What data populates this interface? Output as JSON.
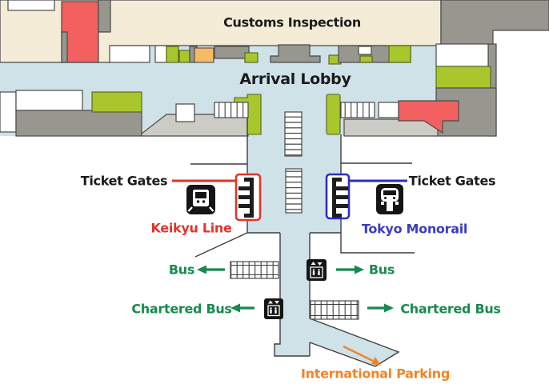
{
  "areas": {
    "customs_inspection": "Customs Inspection",
    "arrival_lobby": "Arrival Lobby"
  },
  "rail": {
    "ticket_gates_left": "Ticket Gates",
    "ticket_gates_right": "Ticket Gates",
    "keikyu_line": "Keikyu Line",
    "tokyo_monorail": "Tokyo Monorail"
  },
  "ground": {
    "bus_left": "Bus",
    "bus_right": "Bus",
    "chartered_bus_left": "Chartered Bus",
    "chartered_bus_right": "Chartered Bus",
    "international_parking": "International Parking"
  },
  "icons": {
    "keikyu_train_icon": "train-front",
    "tokyo_monorail_icon": "monorail-front",
    "elevator_icon_upper": "elevator",
    "elevator_icon_lower": "elevator"
  },
  "colors": {
    "walkway_blue": "#cee2e8",
    "customs_beige": "#f5ecd7",
    "block_red": "#f26060",
    "block_green": "#a9c72c",
    "block_orange": "#f6ba64",
    "block_gray": "#98978f",
    "block_light_gray": "#cccbc5",
    "keikyu_red": "#e2342b",
    "monorail_blue": "#2e2ec0",
    "transport_green": "#178a4f",
    "parking_orange": "#ef8527"
  }
}
